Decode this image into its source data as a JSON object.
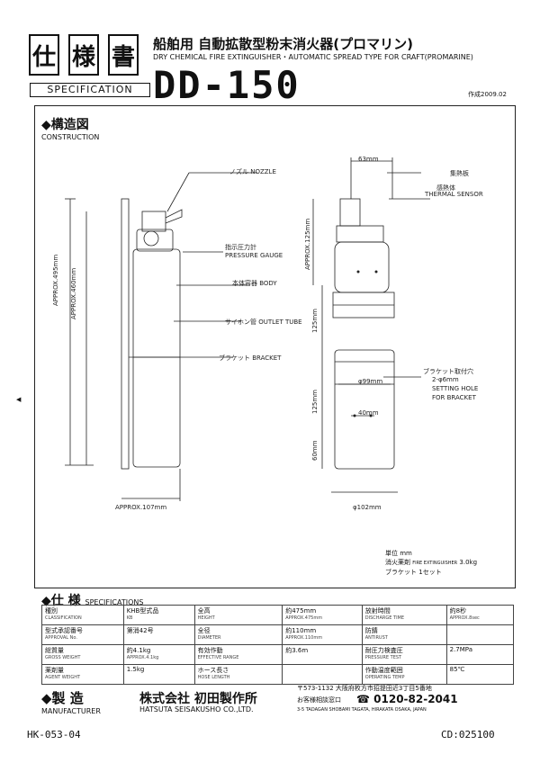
{
  "header": {
    "title_chars": [
      "仕",
      "様",
      "書"
    ],
    "spec_label": "SPECIFICATION",
    "title_jp": "船舶用 自動拡散型粉末消火器(プロマリン)",
    "title_en": "DRY CHEMICAL FIRE EXTINGUISHER・AUTOMATIC SPREAD TYPE FOR CRAFT(PROMARINE)",
    "model": "DD-150",
    "date": "作成2009.02"
  },
  "construction": {
    "heading": "◆構造図",
    "heading_en": "CONSTRUCTION",
    "labels": {
      "nozzle": "ノズル NOZZLE",
      "pressure_gauge": "指示圧力計",
      "pressure_gauge_en": "PRESSURE GAUGE",
      "body": "本体容器 BODY",
      "outlet_tube": "サイホン管 OUTLET TUBE",
      "bracket": "ブラケット BRACKET",
      "heat_collector": "集熱板",
      "thermal_sensor": "感熱体",
      "thermal_sensor_en": "THERMAL SENSOR",
      "setting_hole": "ブラケット取付穴",
      "setting_hole_sub": "2-φ6mm",
      "setting_hole_en1": "SETTING HOLE",
      "setting_hole_en2": "FOR BRACKET"
    },
    "dims": {
      "top_width": "63mm",
      "approx_height_1": "APPROX.495mm",
      "approx_height_2": "APPROX.460mm",
      "approx_width": "APPROX.107mm",
      "d1": "APPROX.125mm",
      "d2": "125mm",
      "d3": "125mm",
      "d4": "60mm",
      "inner_dia": "φ99mm",
      "hole_pitch": "40mm",
      "base_dia": "φ102mm"
    }
  },
  "unit_note": {
    "r1_label": "単位",
    "r1_value": "mm",
    "r2_label": "消火薬剤",
    "r2_en": "FIRE EXTINGUISHER",
    "r2_value": "3.0kg",
    "r3_label": "ブラケット",
    "r3_value": "1セット"
  },
  "specifications": {
    "heading": "◆仕 様",
    "heading_en": "SPECIFICATIONS",
    "rows": [
      [
        "種別",
        "CLASSIFICATION",
        "KHB型式品",
        "KB",
        "全高",
        "HEIGHT",
        "約475mm",
        "APPROX.475mm",
        "放射時間",
        "DISCHARGE TIME",
        "約8秒",
        "APPROX.8sec"
      ],
      [
        "型式承認番号",
        "APPROVAL No.",
        "第消42号",
        "",
        "全径",
        "DIAMETER",
        "約110mm",
        "APPROX.110mm",
        "防錆",
        "ANTIRUST",
        "",
        ""
      ],
      [
        "総質量",
        "GROSS WEIGHT",
        "約4.1kg",
        "APPROX.4.1kg",
        "有効作動",
        "EFFECTIVE RANGE",
        "約3.6m",
        "",
        "耐圧力検査圧",
        "PRESSURE TEST",
        "2.7MPa",
        ""
      ],
      [
        "薬剤量",
        "AGENT WEIGHT",
        "1.5kg",
        "",
        "ホース長さ",
        "HOSE LENGTH",
        "",
        "",
        "作動温度範囲",
        "OPERATING TEMP",
        "85℃",
        ""
      ]
    ]
  },
  "maker": {
    "heading": "◆製 造",
    "heading_en": "MANUFACTURER",
    "name_jp": "株式会社 初田製作所",
    "name_en": "HATSUTA SEISAKUSHO CO.,LTD.",
    "address": "〒573-1132 大阪府枚方市招提田近3丁目5番地",
    "contact_label": "お客様相談窓口",
    "phone": "0120-82-2041",
    "address_en": "3-5 TADAGAN SHOBAMI TAGATA, HIRAKATA OSAKA, JAPAN"
  },
  "footer": {
    "left_code": "HK-053-04",
    "right_code": "CD:025100"
  }
}
